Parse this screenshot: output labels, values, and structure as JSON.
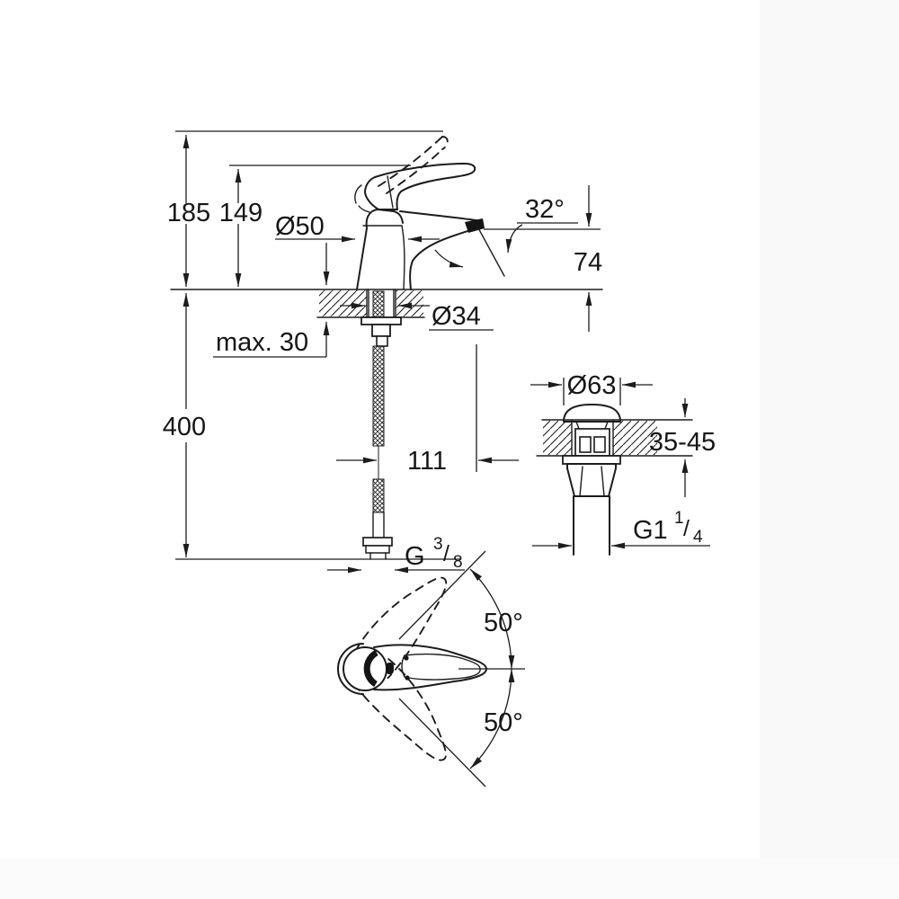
{
  "drawing_type": "faucet-technical-dimension-drawing",
  "labels": {
    "height_total": "185",
    "height_to_spout_top": "149",
    "body_diameter": "Ø50",
    "spout_angle": "32°",
    "spout_outlet_height": "74",
    "mount_hole_diameter": "Ø34",
    "deck_max_thickness": "max. 30",
    "hose_length": "400",
    "spout_reach": "111",
    "waste_cap_diameter": "Ø63",
    "waste_deck_range": "35-45",
    "waste_thread_main": "G1",
    "waste_thread_sup": "1",
    "waste_thread_slash": "/",
    "waste_thread_sub": "4",
    "supply_thread_main": "G",
    "supply_thread_sup": "3",
    "supply_thread_slash": "/",
    "supply_thread_sub": "8",
    "handle_swing_up": "50°",
    "handle_swing_down": "50°"
  },
  "colors": {
    "line": "#1c1c1c",
    "background": "#ffffff"
  }
}
